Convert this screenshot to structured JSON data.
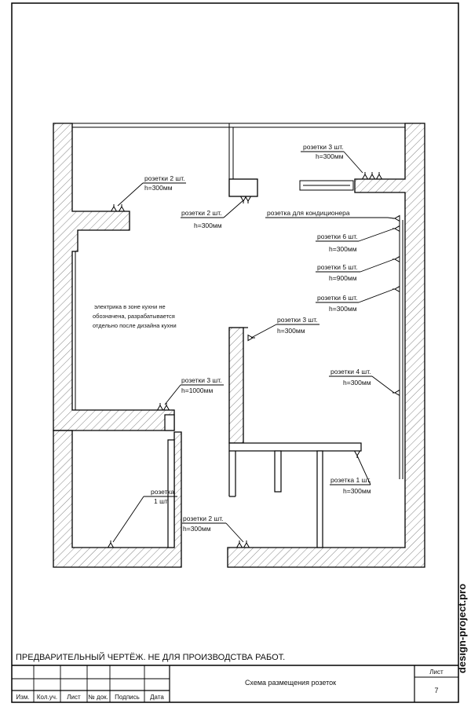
{
  "labels": {
    "l1": [
      "розетки 3 шт.",
      "h=300мм"
    ],
    "l2": [
      "розетки 2 шт.",
      "h=300мм"
    ],
    "l3": [
      "розетки 2 шт.",
      "h=300мм"
    ],
    "l4": [
      "розетка для кондиционера"
    ],
    "l5": [
      "розетки 6 шт.",
      "h=300мм"
    ],
    "l6": [
      "розетки 5 шт.",
      "h=900мм"
    ],
    "l7": [
      "розетки 6 шт.",
      "h=300мм"
    ],
    "l8": [
      "розетки 3 шт.",
      "h=300мм"
    ],
    "l9": [
      "розетки 4 шт.",
      "h=300мм"
    ],
    "l10": [
      "розетки 3 шт.",
      "h=1000мм"
    ],
    "l11": [
      "розетка 1 шт.",
      "h=300мм"
    ],
    "l12": [
      "розетка",
      "1 шт."
    ],
    "l13": [
      "розетки 2 шт.",
      "h=300мм"
    ]
  },
  "kitchen_note": [
    "электрика в зоне кухни не",
    "обозначена, разрабатывается",
    "отдельно после дизайна кухни"
  ],
  "disclaimer": "ПРЕДВАРИТЕЛЬНЫЙ ЧЕРТЁЖ. НЕ ДЛЯ ПРОИЗВОДСТВА РАБОТ.",
  "title_block": {
    "headers": [
      "Изм.",
      "Кол.уч.",
      "Лист",
      "№ док.",
      "Подпись",
      "Дата"
    ],
    "title": "Схема размещения розеток",
    "sheet_label": "Лист",
    "sheet_number": "7"
  },
  "watermark": "design-project.pro"
}
